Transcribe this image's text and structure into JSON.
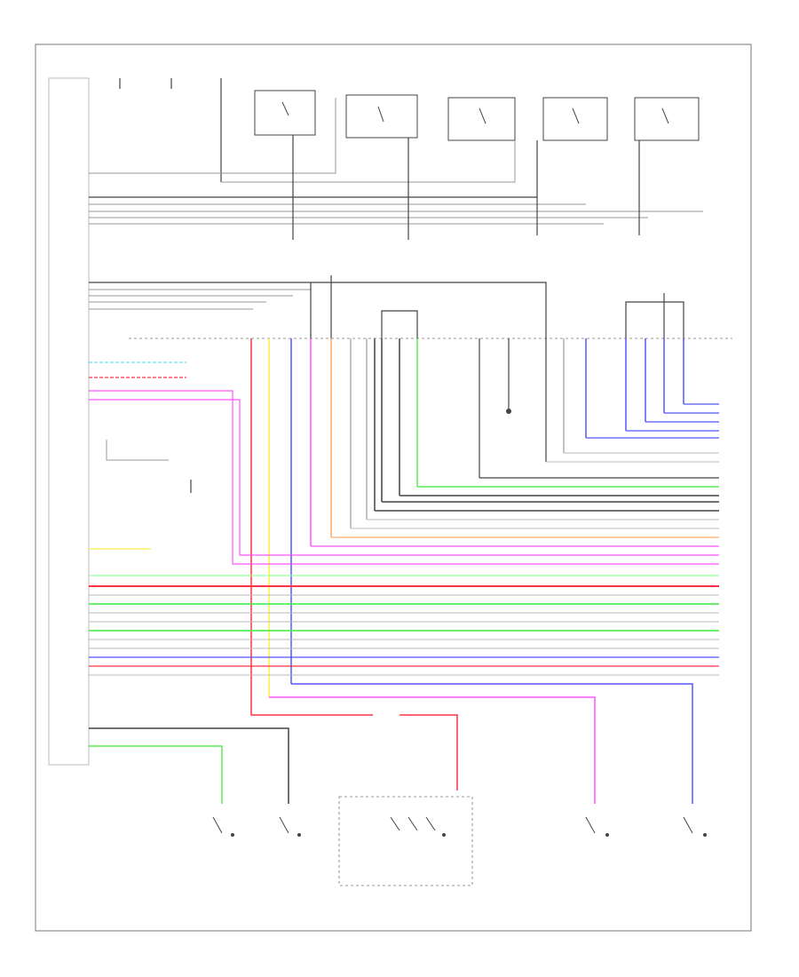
{
  "page_footer": "",
  "colors": {
    "black": "#444444",
    "gray": "#9a9a9a",
    "red": "#ff3344",
    "pink": "#ff55ff",
    "green": "#55ee55",
    "blue": "#5555ff",
    "yellow": "#ffee44",
    "orange": "#ffaa66",
    "light_blue": "#66ddee",
    "light_green": "#99ff99"
  },
  "components": [
    {
      "id": "top-fuse-1",
      "label": ""
    },
    {
      "id": "top-fuse-2",
      "label": ""
    },
    {
      "id": "top-fuse-3",
      "label": ""
    },
    {
      "id": "top-right-label",
      "label": ""
    },
    {
      "id": "relay-1",
      "label": ""
    },
    {
      "id": "relay-2",
      "label": ""
    },
    {
      "id": "relay-3",
      "label": ""
    },
    {
      "id": "relay-4",
      "label": ""
    },
    {
      "id": "relay-5",
      "label": ""
    },
    {
      "id": "left-ecu",
      "label": ""
    },
    {
      "id": "switch-left-1",
      "label": ""
    },
    {
      "id": "switch-left-2",
      "label": ""
    },
    {
      "id": "switch-center",
      "label": ""
    },
    {
      "id": "switch-right-1",
      "label": ""
    },
    {
      "id": "switch-right-2",
      "label": ""
    },
    {
      "id": "center-connector",
      "label": ""
    }
  ]
}
